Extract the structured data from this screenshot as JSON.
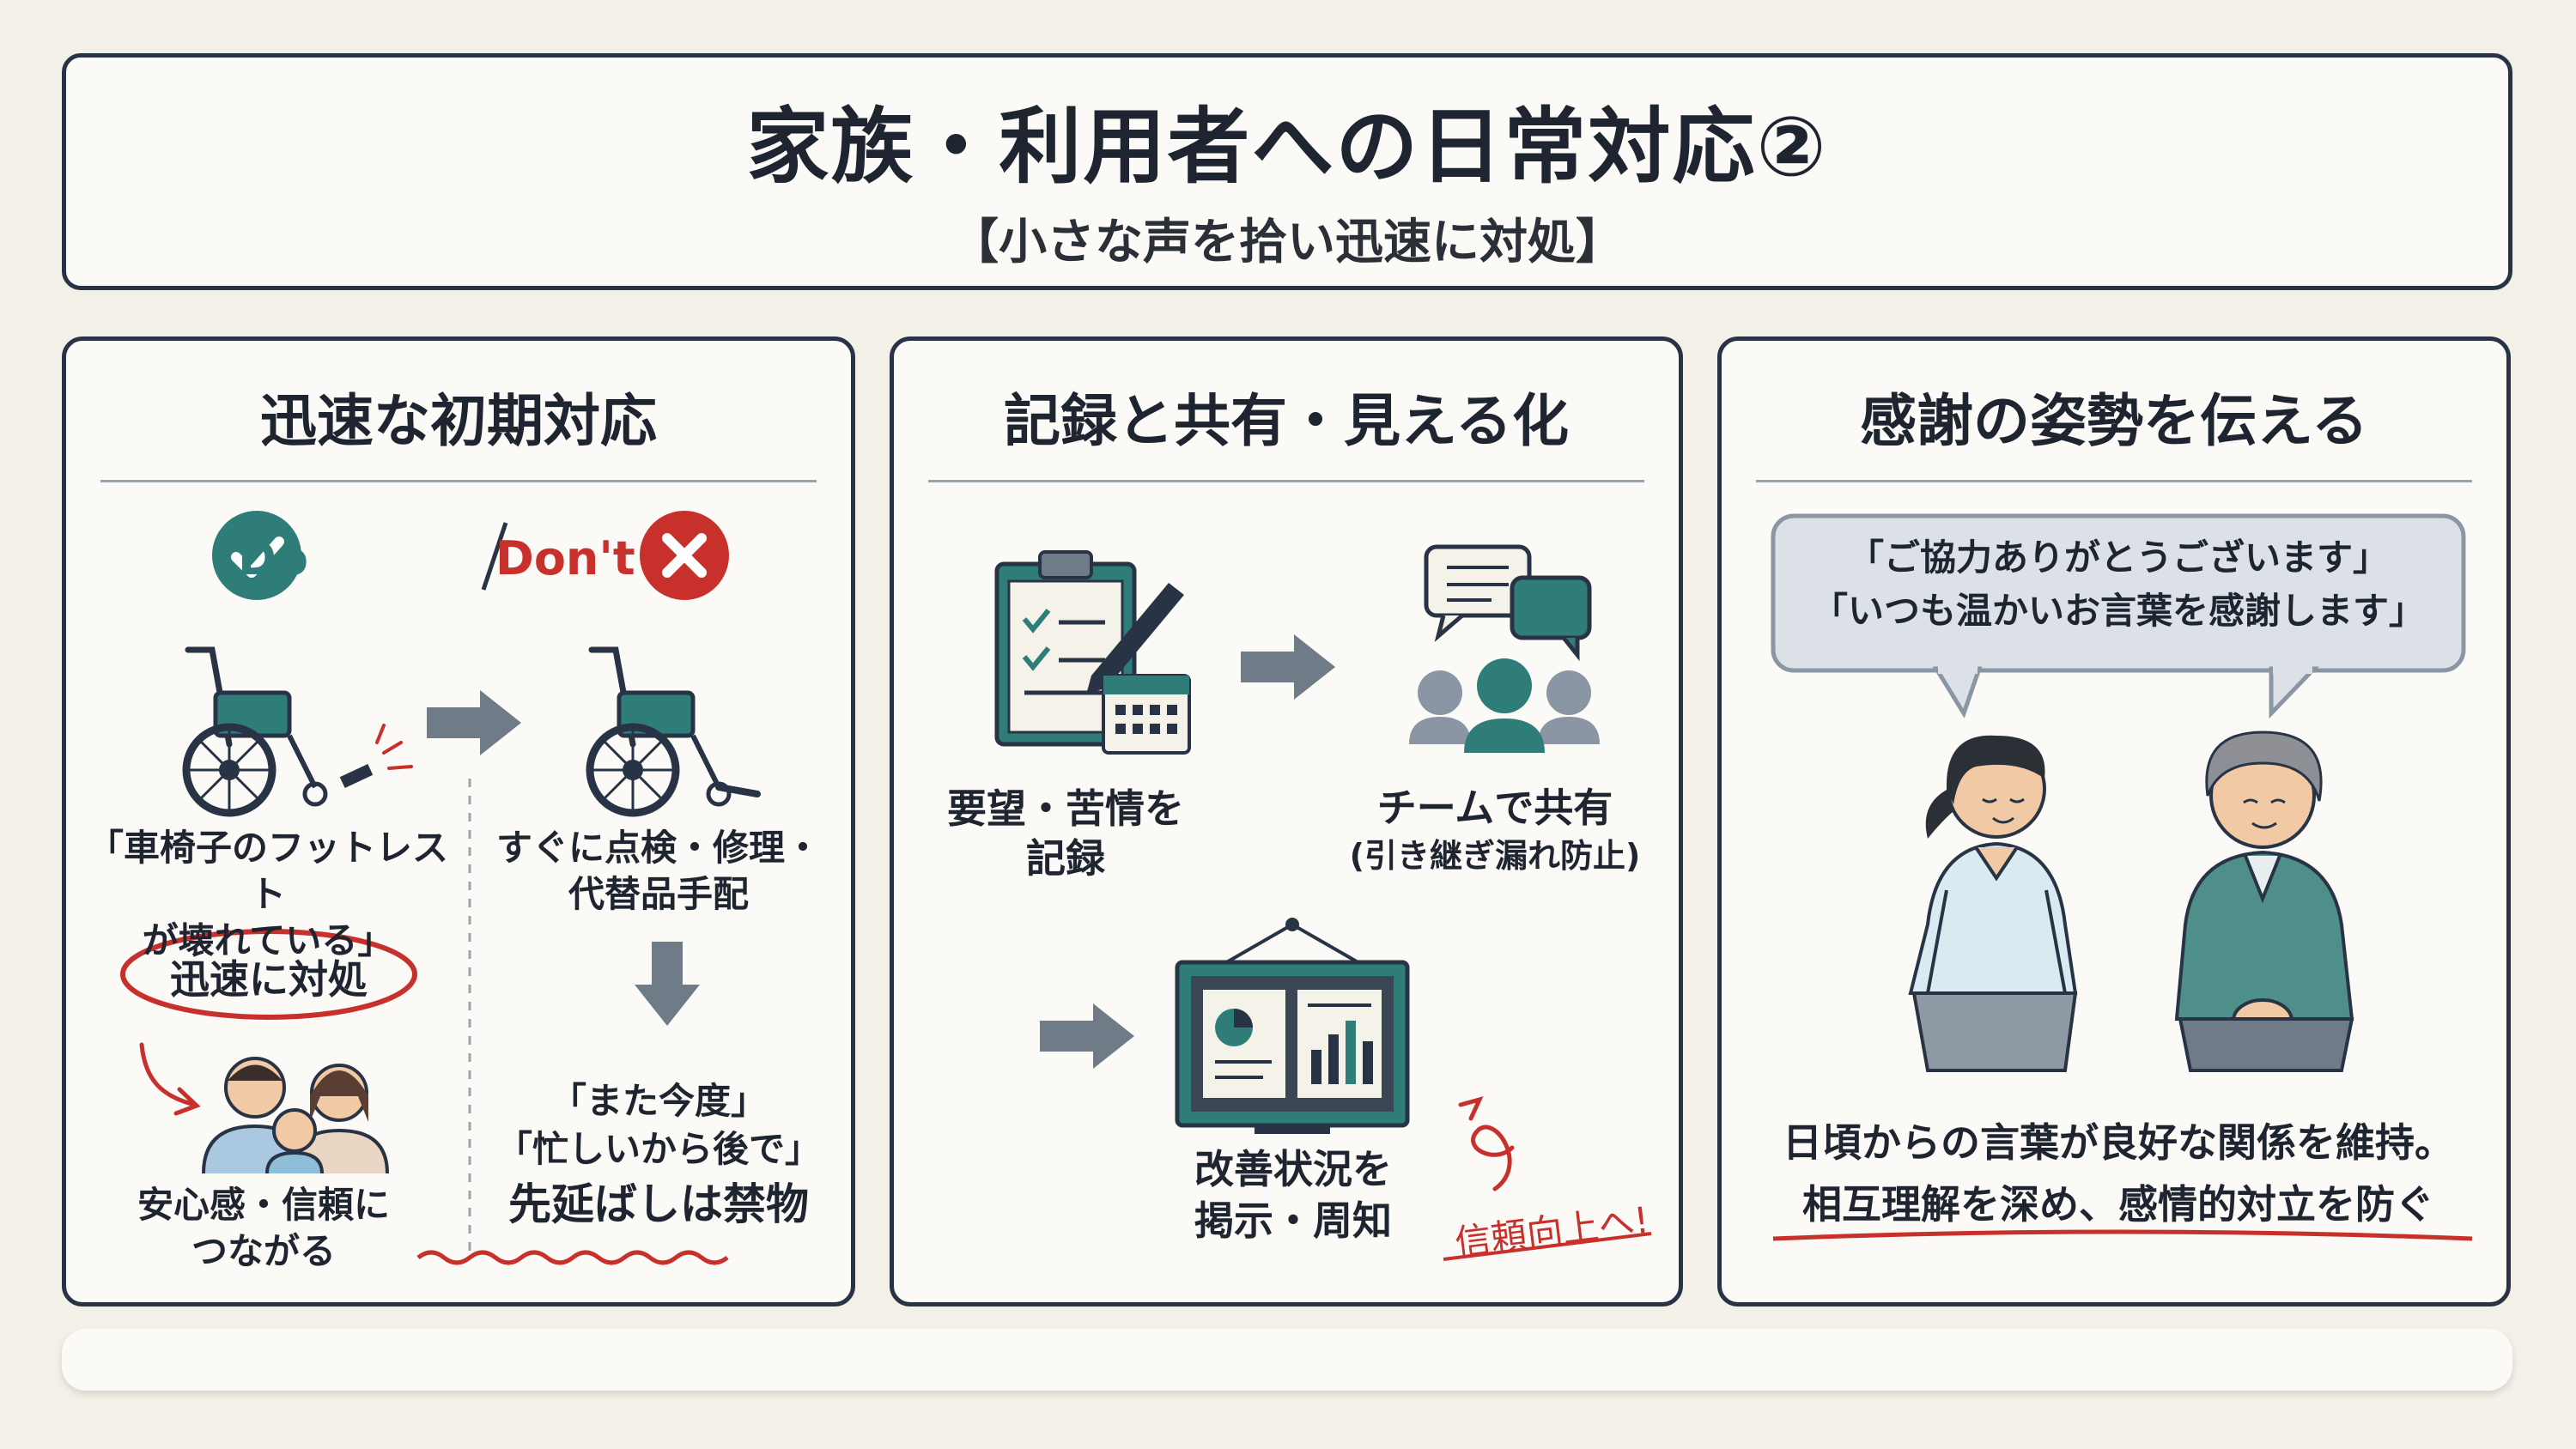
{
  "header": {
    "title": "家族・利用者への日常対応②",
    "subtitle": "【小さな声を拾い迅速に対処】"
  },
  "panel1": {
    "title": "迅速な初期対応",
    "do_label": "Do",
    "dont_label": "Don't",
    "complaint_line1": "「車椅子のフットレスト",
    "complaint_line2": "が壊れている」",
    "action_line1": "すぐに点検・修理・",
    "action_line2": "代替品手配",
    "quick_label": "迅速に対処",
    "result_line1": "安心感・信頼に",
    "result_line2": "つながる",
    "bad_line1": "「また今度」",
    "bad_line2": "「忙しいから後で」",
    "bad_line3": "先延ばしは禁物"
  },
  "panel2": {
    "title": "記録と共有・見える化",
    "record_line1": "要望・苦情を",
    "record_line2": "記録",
    "team_line1": "チームで共有",
    "team_line2": "(引き継ぎ漏れ防止)",
    "board_line1": "改善状況を",
    "board_line2": "掲示・周知",
    "trust_note": "信頼向上へ!"
  },
  "panel3": {
    "title": "感謝の姿勢を伝える",
    "speech_line1": "「ご協力ありがとうございます」",
    "speech_line2": "「いつも温かいお言葉を感謝します」",
    "summary_line1": "日頃からの言葉が良好な関係を維持。",
    "summary_line2": "相互理解を深め、感情的対立を防ぐ"
  },
  "colors": {
    "teal": "#2f7d78",
    "red": "#c8302c",
    "navy": "#283445",
    "arrow_gray": "#6f7b87",
    "background": "#f3f0e8"
  }
}
